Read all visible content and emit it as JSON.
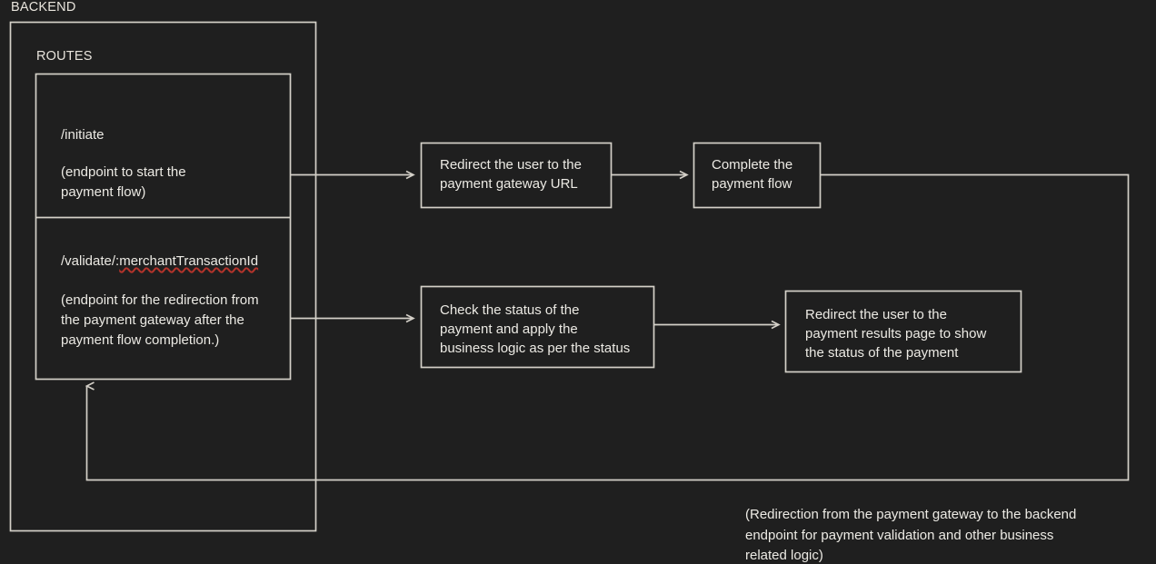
{
  "diagram": {
    "title": "BACKEND",
    "background_color": "#1f1f1f",
    "line_color": "#d4d0c8",
    "text_color": "#eceae4",
    "spellcheck_underline_color": "#b3332a",
    "containers": [
      {
        "name": "backend",
        "label": "BACKEND"
      },
      {
        "name": "routes",
        "label": "ROUTES"
      }
    ],
    "routes": [
      {
        "name": "initiate",
        "path": "/initiate",
        "description_line1": "(endpoint to start the",
        "description_line2": "payment flow)",
        "misspelled_segment": ""
      },
      {
        "name": "validate",
        "path_prefix": "/validate/:",
        "path_param": "merchantTransactionId",
        "description_line1": "(endpoint for the redirection from",
        "description_line2": "the payment gateway after the",
        "description_line3": "payment flow completion.)"
      }
    ],
    "steps": [
      {
        "name": "redirect-to-gateway",
        "lines": [
          "Redirect the user to the",
          "payment gateway URL"
        ]
      },
      {
        "name": "complete-payment-flow",
        "lines": [
          "Complete the",
          "payment flow"
        ]
      },
      {
        "name": "check-status-apply-logic",
        "lines": [
          "Check the status of the",
          "payment and apply the",
          "business logic as per the status"
        ]
      },
      {
        "name": "redirect-to-results",
        "lines": [
          "Redirect the user to the",
          "payment results page to show",
          "the status of the payment"
        ]
      }
    ],
    "caption": {
      "line1": "(Redirection from the payment gateway to the backend",
      "line2": "endpoint for payment validation and other business",
      "line3": "related logic)"
    }
  }
}
